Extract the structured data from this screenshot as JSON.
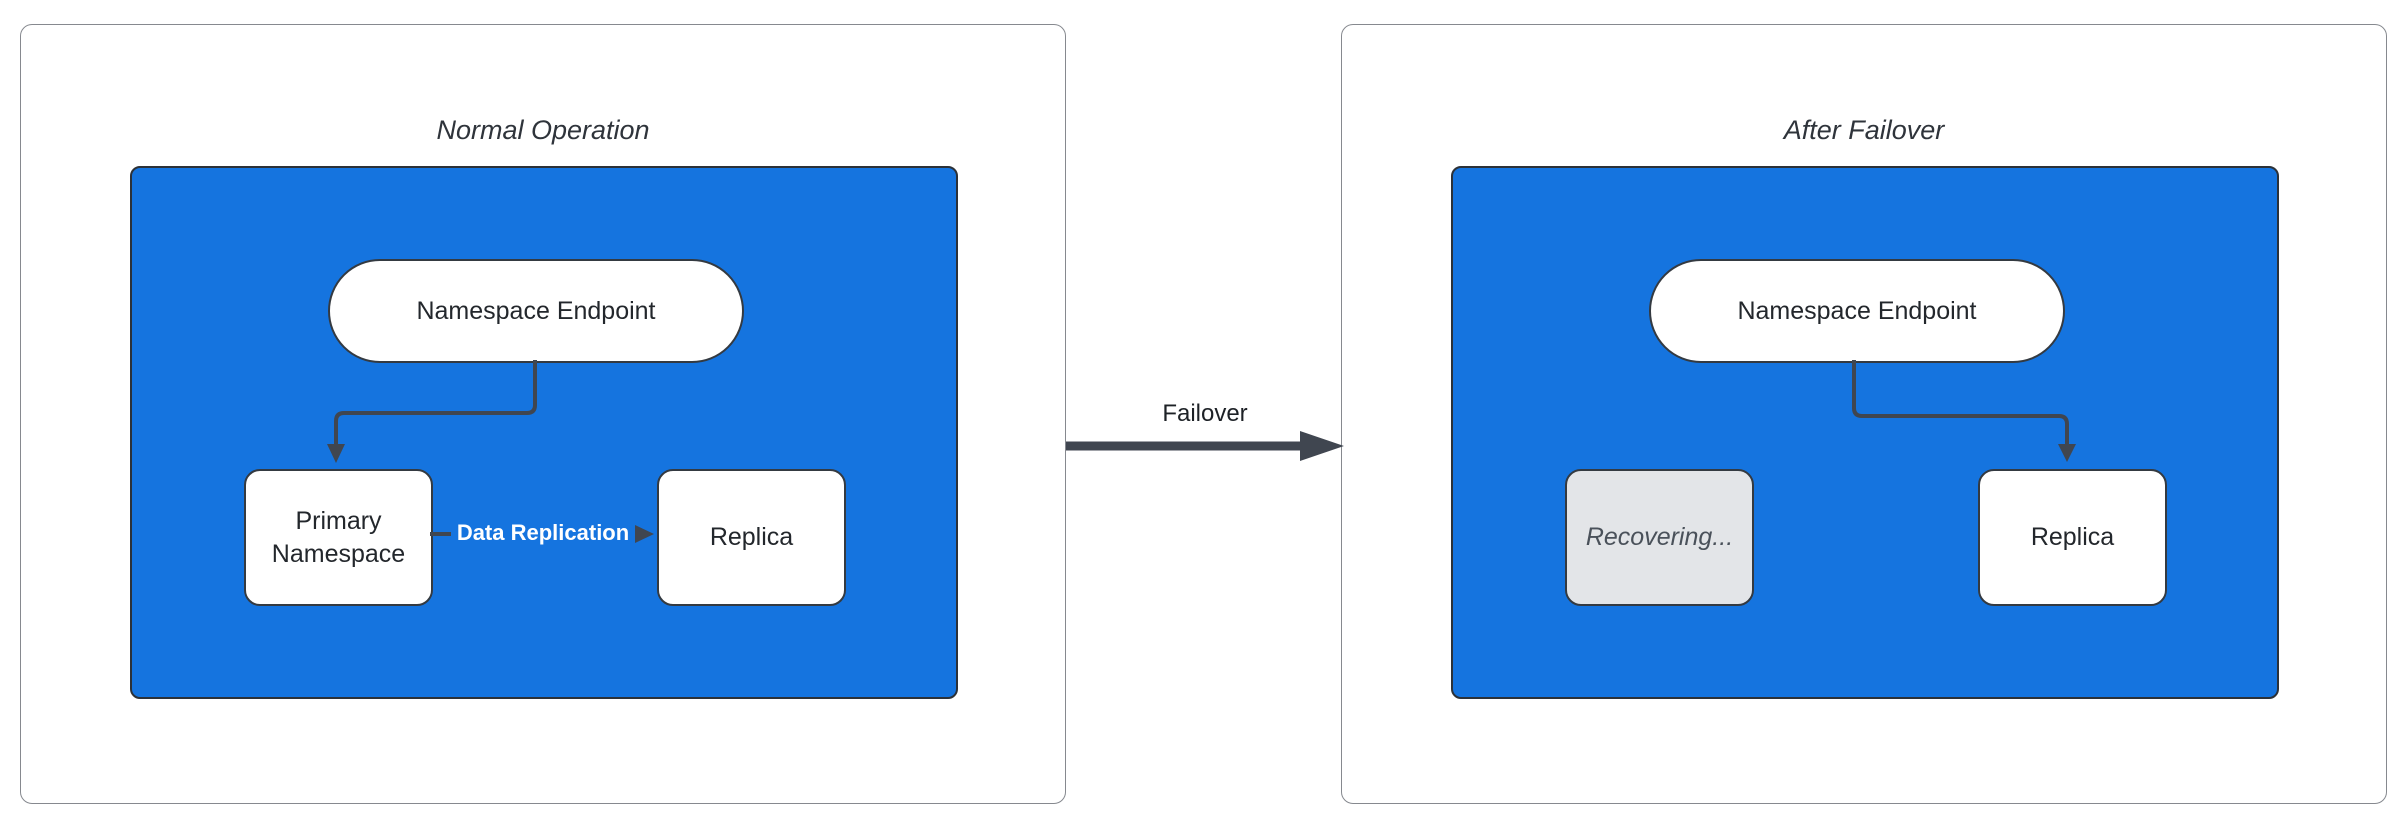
{
  "diagram": {
    "left_panel": {
      "title": "Normal Operation",
      "nodes": {
        "endpoint": "Namespace Endpoint",
        "primary": "Primary Namespace",
        "replica": "Replica"
      },
      "edge_label": "Data Replication"
    },
    "transition": {
      "label": "Failover"
    },
    "right_panel": {
      "title": "After Failover",
      "nodes": {
        "endpoint": "Namespace Endpoint",
        "recovering": "Recovering...",
        "replica": "Replica"
      }
    },
    "colors": {
      "cluster_fill": "#1574DF",
      "node_fill": "#ffffff",
      "node_border": "#343a41",
      "recovering_fill": "#e3e5e8",
      "recovering_text": "#4a515a",
      "connector": "#404650",
      "panel_border": "#86898f",
      "title_text": "#2f343b",
      "node_text": "#23272c",
      "edge_label_text": "#ffffff"
    }
  }
}
